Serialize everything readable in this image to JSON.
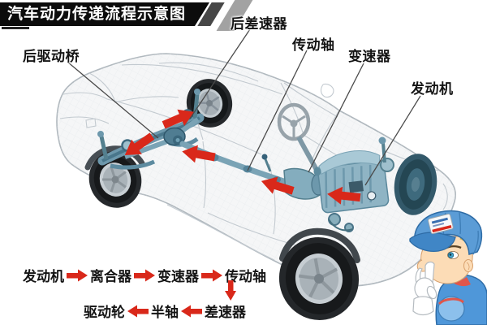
{
  "title": "汽车动力传递流程示意图",
  "parts": [
    {
      "id": "rear-drive-axle",
      "text": "后驱动桥"
    },
    {
      "id": "rear-differential",
      "text": "后差速器"
    },
    {
      "id": "drive-shaft",
      "text": "传动轴"
    },
    {
      "id": "transmission",
      "text": "变速器"
    },
    {
      "id": "engine",
      "text": "发动机"
    }
  ],
  "flow": {
    "row1": [
      "发动机",
      "离合器",
      "变速器",
      "传动轴"
    ],
    "row2": [
      "驱动轮",
      "半轴",
      "差速器"
    ]
  },
  "icons": {
    "flow_arrow_right": "red block arrow pointing right",
    "flow_arrow_left": "red block arrow pointing left",
    "flow_arrow_down": "red block arrow pointing down",
    "power_flow_arrow": "red block arrow on drivetrain",
    "mascot": "cartoon mechanic boy with blue cap thinking"
  },
  "colors": {
    "arrow_red": "#d9281a",
    "banner_bg": "#0c0c0c",
    "banner_text": "#ffffff",
    "stripe_dark": "#474747",
    "stripe_light": "#a2a2a2",
    "label_text": "#141414",
    "car_line": "#b0b8be",
    "drivetrain_blue": "#7aa3b5",
    "background": "#ffffff"
  }
}
